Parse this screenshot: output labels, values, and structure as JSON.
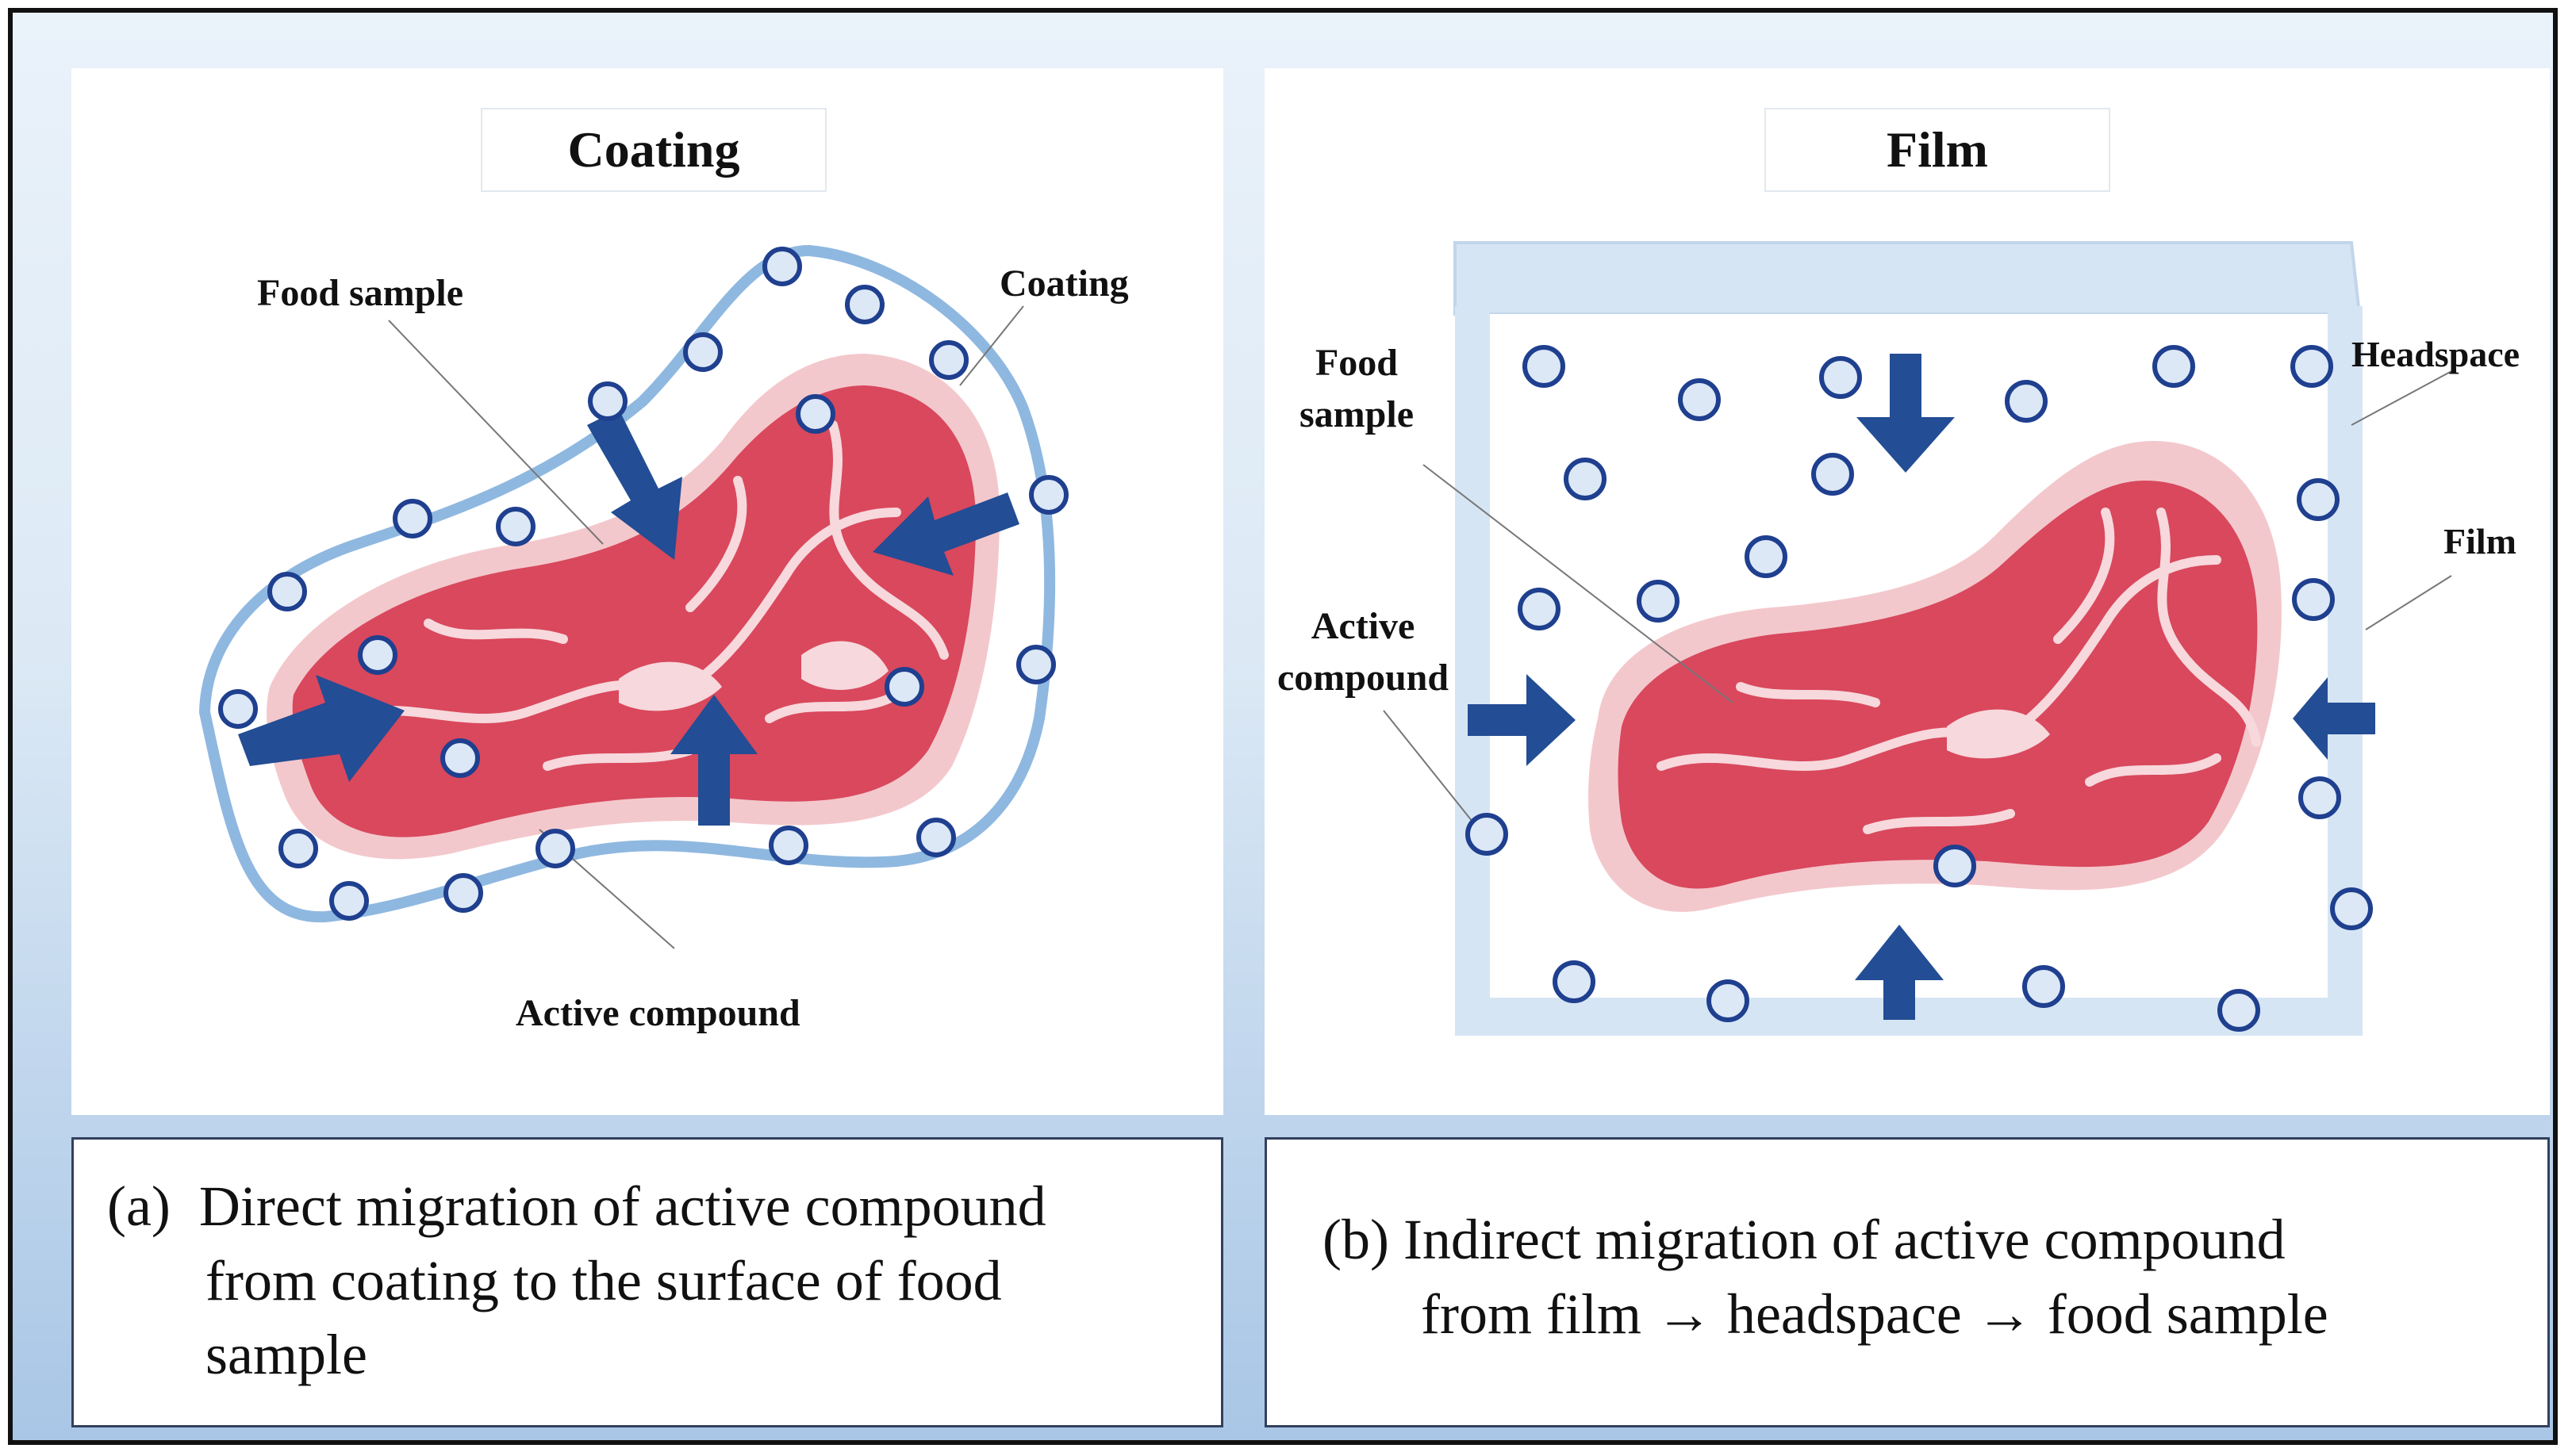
{
  "panels": {
    "coating": {
      "title": "Coating",
      "labels": {
        "food_sample": "Food sample",
        "coating": "Coating",
        "active_compound": "Active compound"
      },
      "caption": {
        "prefix": "(a)",
        "lines": [
          "Direct migration of active compound",
          "from coating to the surface of food",
          "sample"
        ]
      }
    },
    "film": {
      "title": "Film",
      "labels": {
        "food_sample_line1": "Food",
        "food_sample_line2": "sample",
        "active_compound_line1": "Active",
        "active_compound_line2": "compound",
        "headspace": "Headspace",
        "film": "Film"
      },
      "caption": {
        "prefix": "(b)",
        "lines": [
          "Indirect migration of active compound",
          "from film → headspace → food sample"
        ]
      }
    }
  },
  "colors": {
    "meat": "#d9485d",
    "meat_fat": "#f3c8cc",
    "meat_marbling": "#f7d8dc",
    "coating_outline": "#8fb8e0",
    "compound_ring": "#1f3f8f",
    "compound_fill": "#dce8f6",
    "arrow": "#234d94",
    "film_box": "#cfe0f2"
  }
}
